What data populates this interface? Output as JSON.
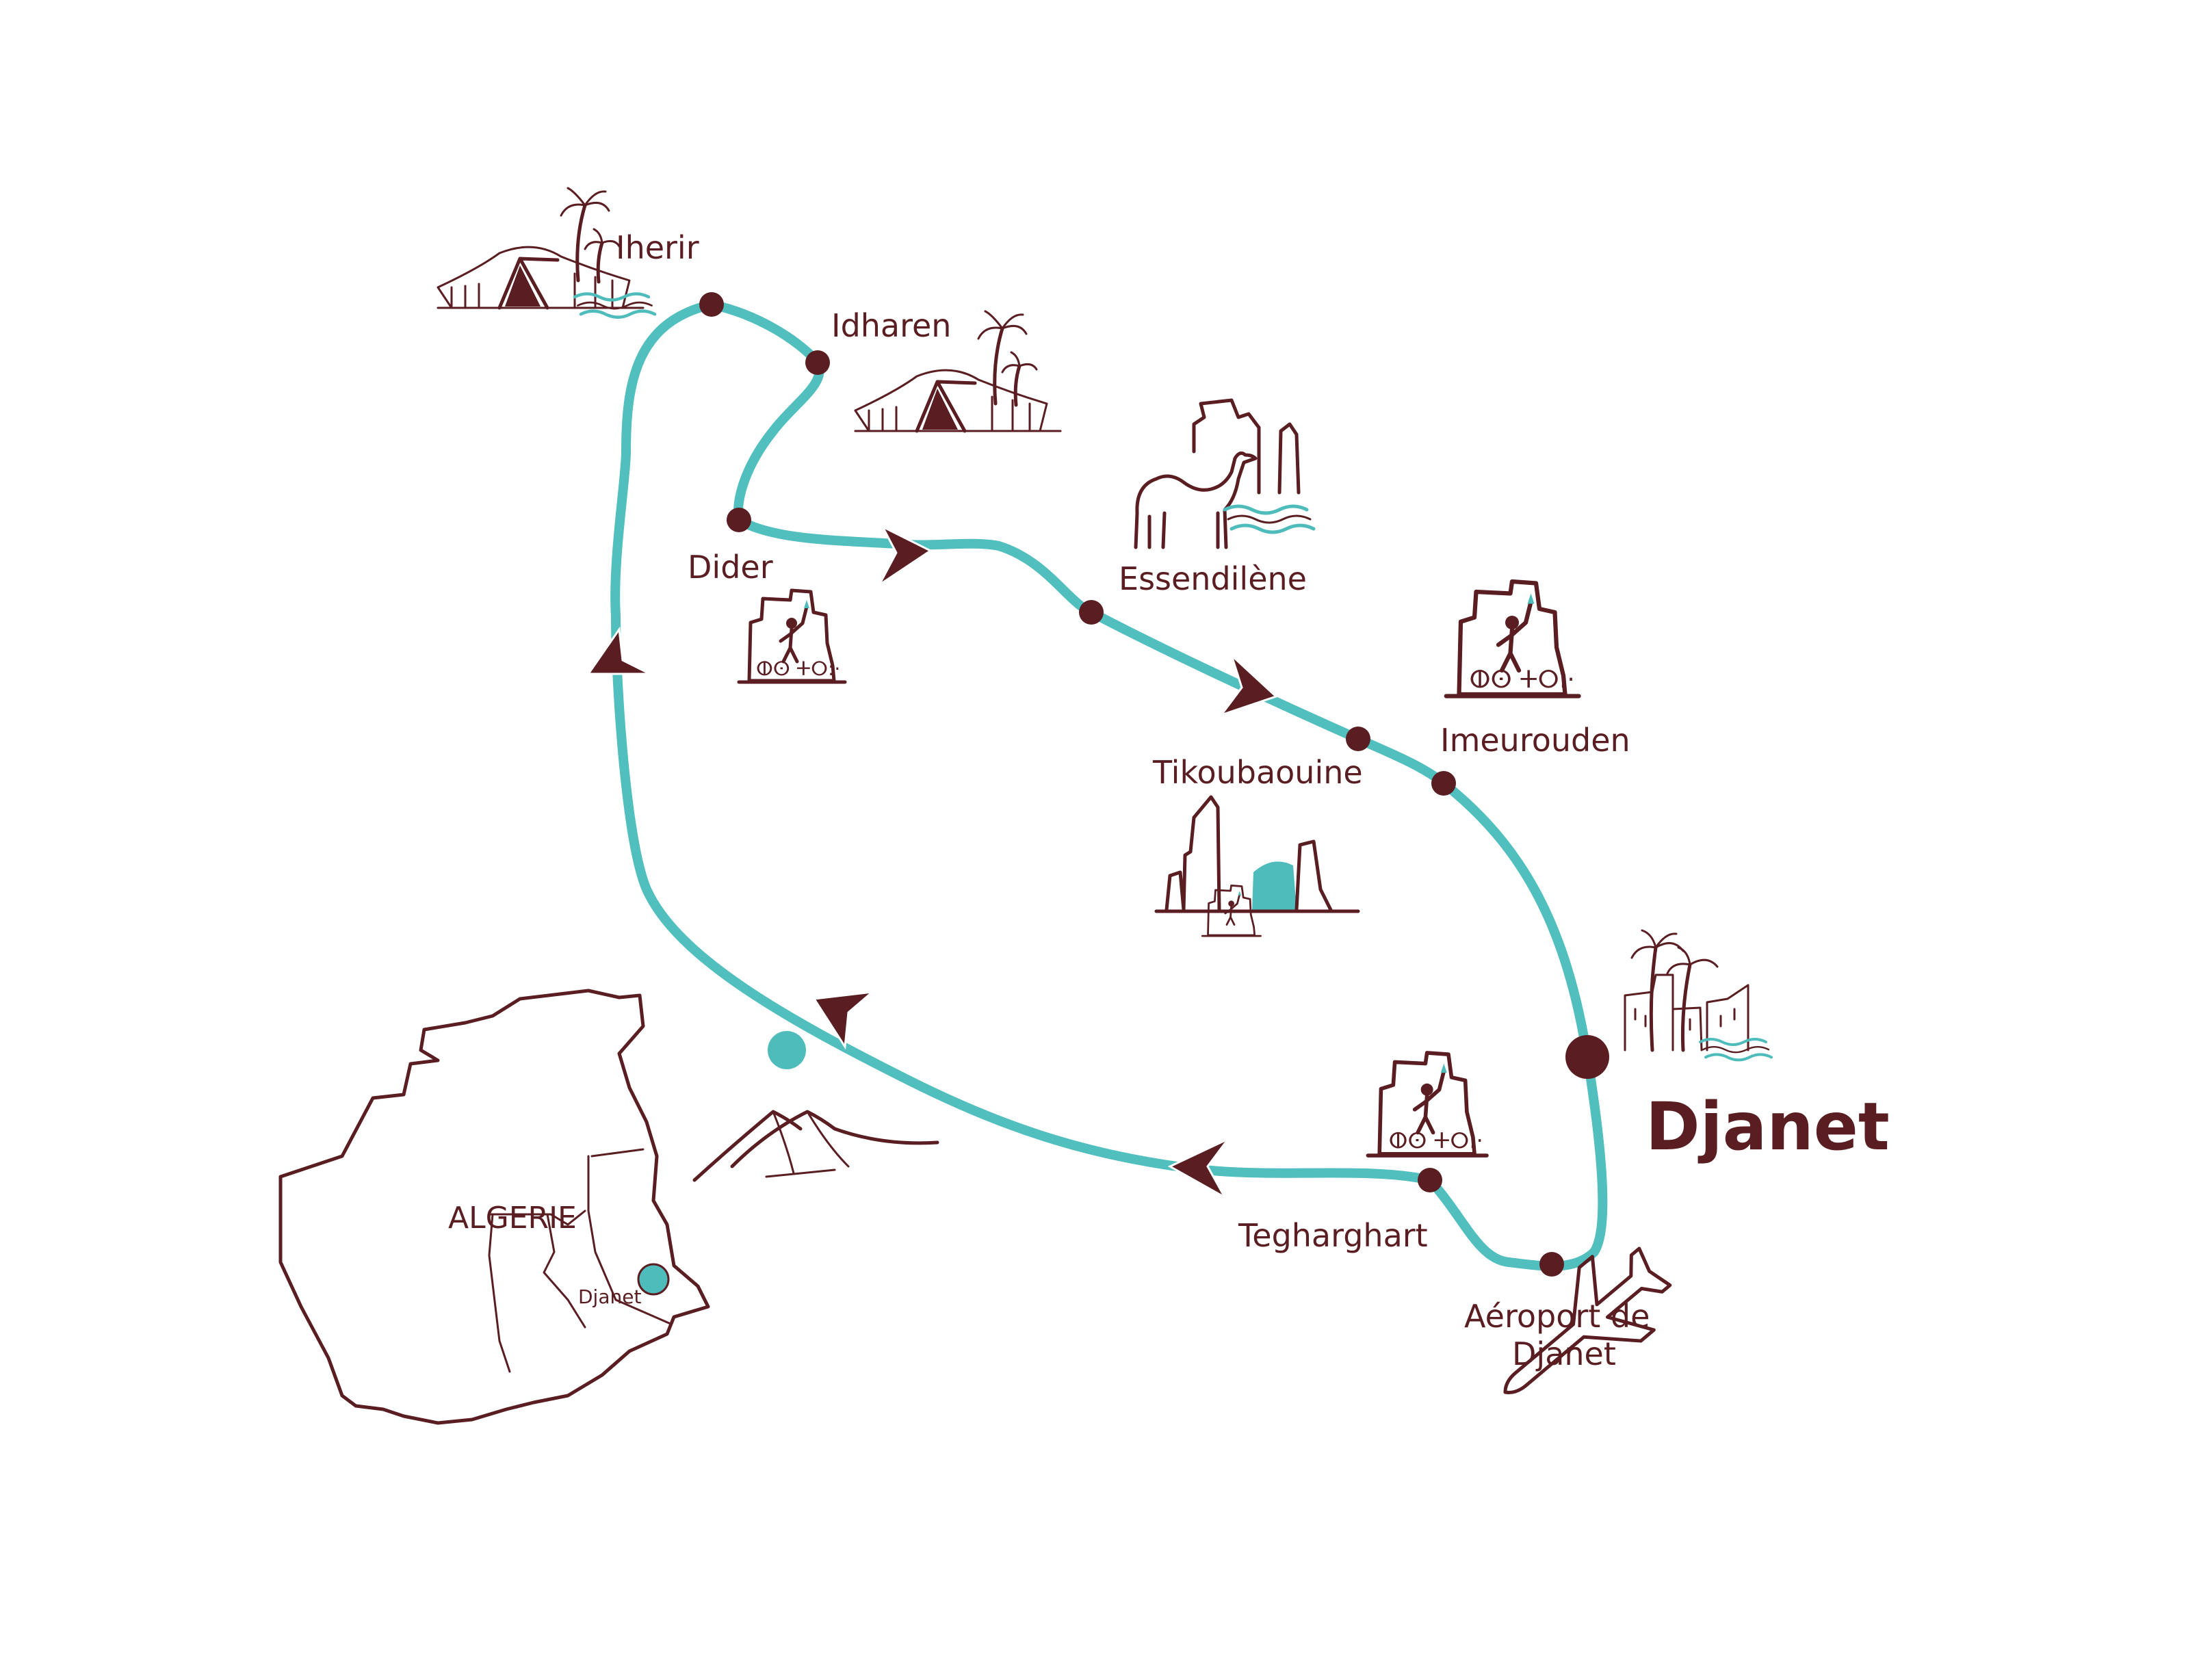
{
  "colors": {
    "route": "#52bfbf",
    "ink": "#5a1e22",
    "accent": "#4fbcbc",
    "background": "#ffffff"
  },
  "labels": {
    "iherir": "Iherir",
    "idharen": "Idharen",
    "dider": "Dider",
    "essendilene": "Essendilène",
    "imeurouden": "Imeurouden",
    "tikoubaouine": "Tikoubaouine",
    "djanet": "Djanet",
    "tegharghart": "Tegharghart",
    "aeroport_line1": "Aéroport de",
    "aeroport_line2": "Djanet"
  },
  "inset": {
    "country": "ALGERIE",
    "city": "Djanet"
  },
  "rock_inscription": "ⵀⵙ ⵜⵔ:·",
  "icons": [
    "tent-palm-icon",
    "camel-rock-icon",
    "rock-art-icon",
    "rock-formations-icon",
    "oasis-village-icon",
    "dunes-sun-icon",
    "airplane-icon"
  ]
}
